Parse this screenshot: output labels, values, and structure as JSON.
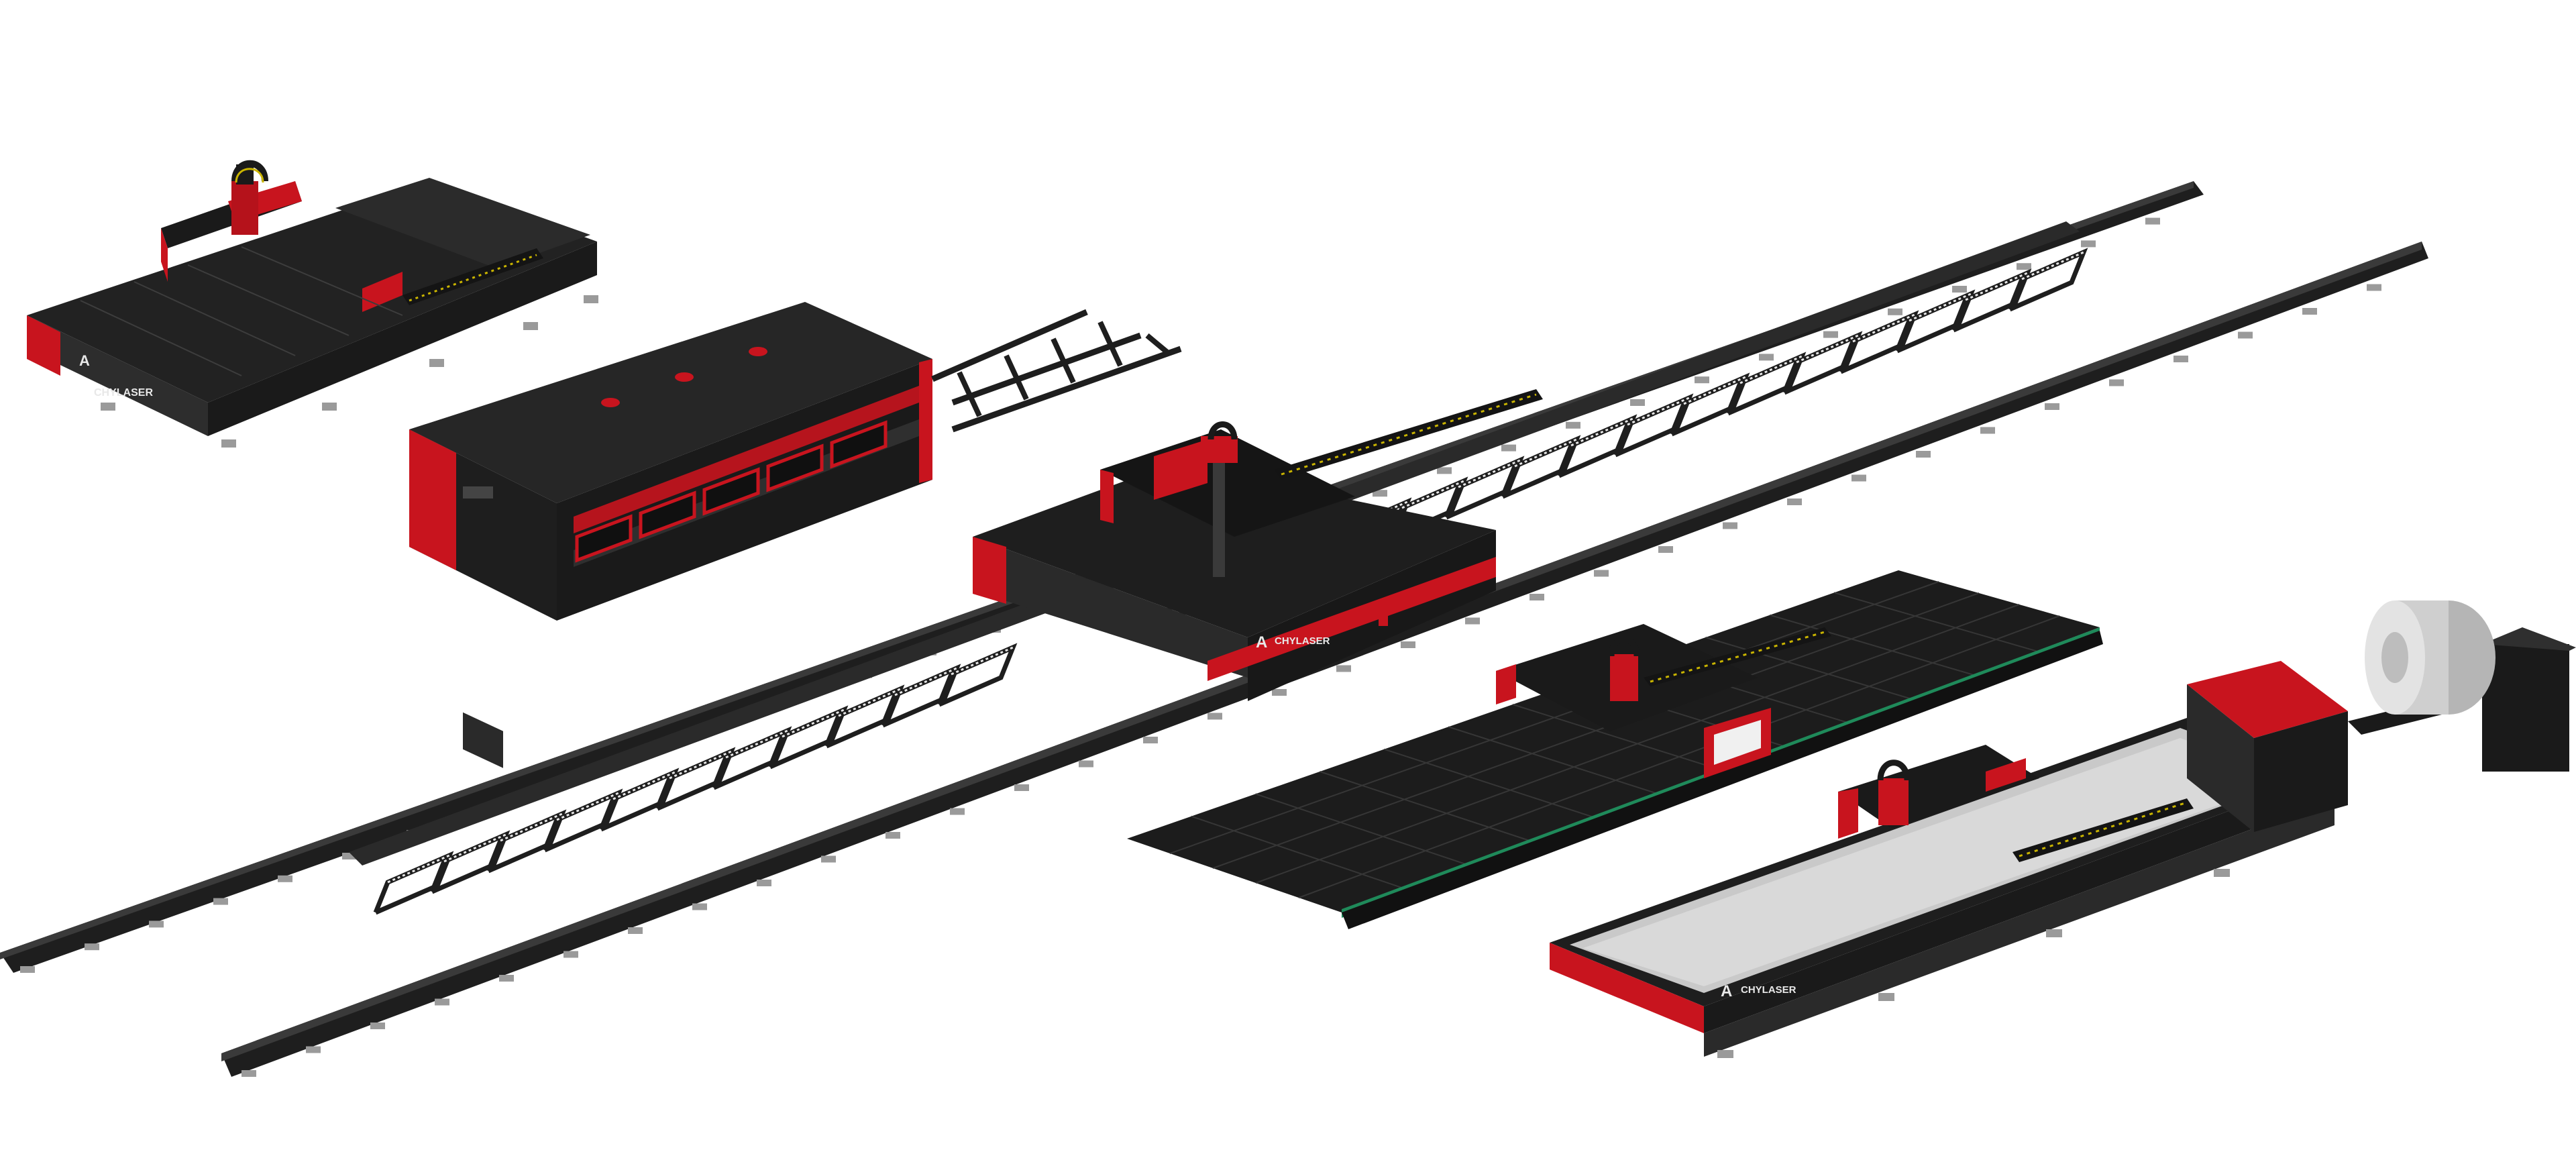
{
  "scene": {
    "background": "#ffffff",
    "colors": {
      "frame_black": "#1e1e1e",
      "frame_dark": "#2a2a2a",
      "frame_mid": "#3a3a3a",
      "accent_red": "#c8141e",
      "accent_red_dark": "#8f0d14",
      "rail_grey": "#b9b9b9",
      "sheet_silver": "#c9c9c9",
      "coil_silver": "#d6d6d6",
      "drag_chain_yellow": "#c9b400",
      "conveyor_green": "#1f8a5a"
    }
  },
  "machines": {
    "open_flatbed": {
      "logo_text": "CHYLASER",
      "logo_glyph": "A"
    },
    "enclosed_cutter": {
      "label_text": ""
    },
    "gantry_tube_line": {
      "logo_text": "CHYLASER",
      "logo_glyph": "A"
    },
    "large_format_flatbed": {
      "panel_text": ""
    },
    "coil_fed_cutter": {
      "logo_text": "CHYLASER",
      "logo_glyph": "A"
    }
  }
}
